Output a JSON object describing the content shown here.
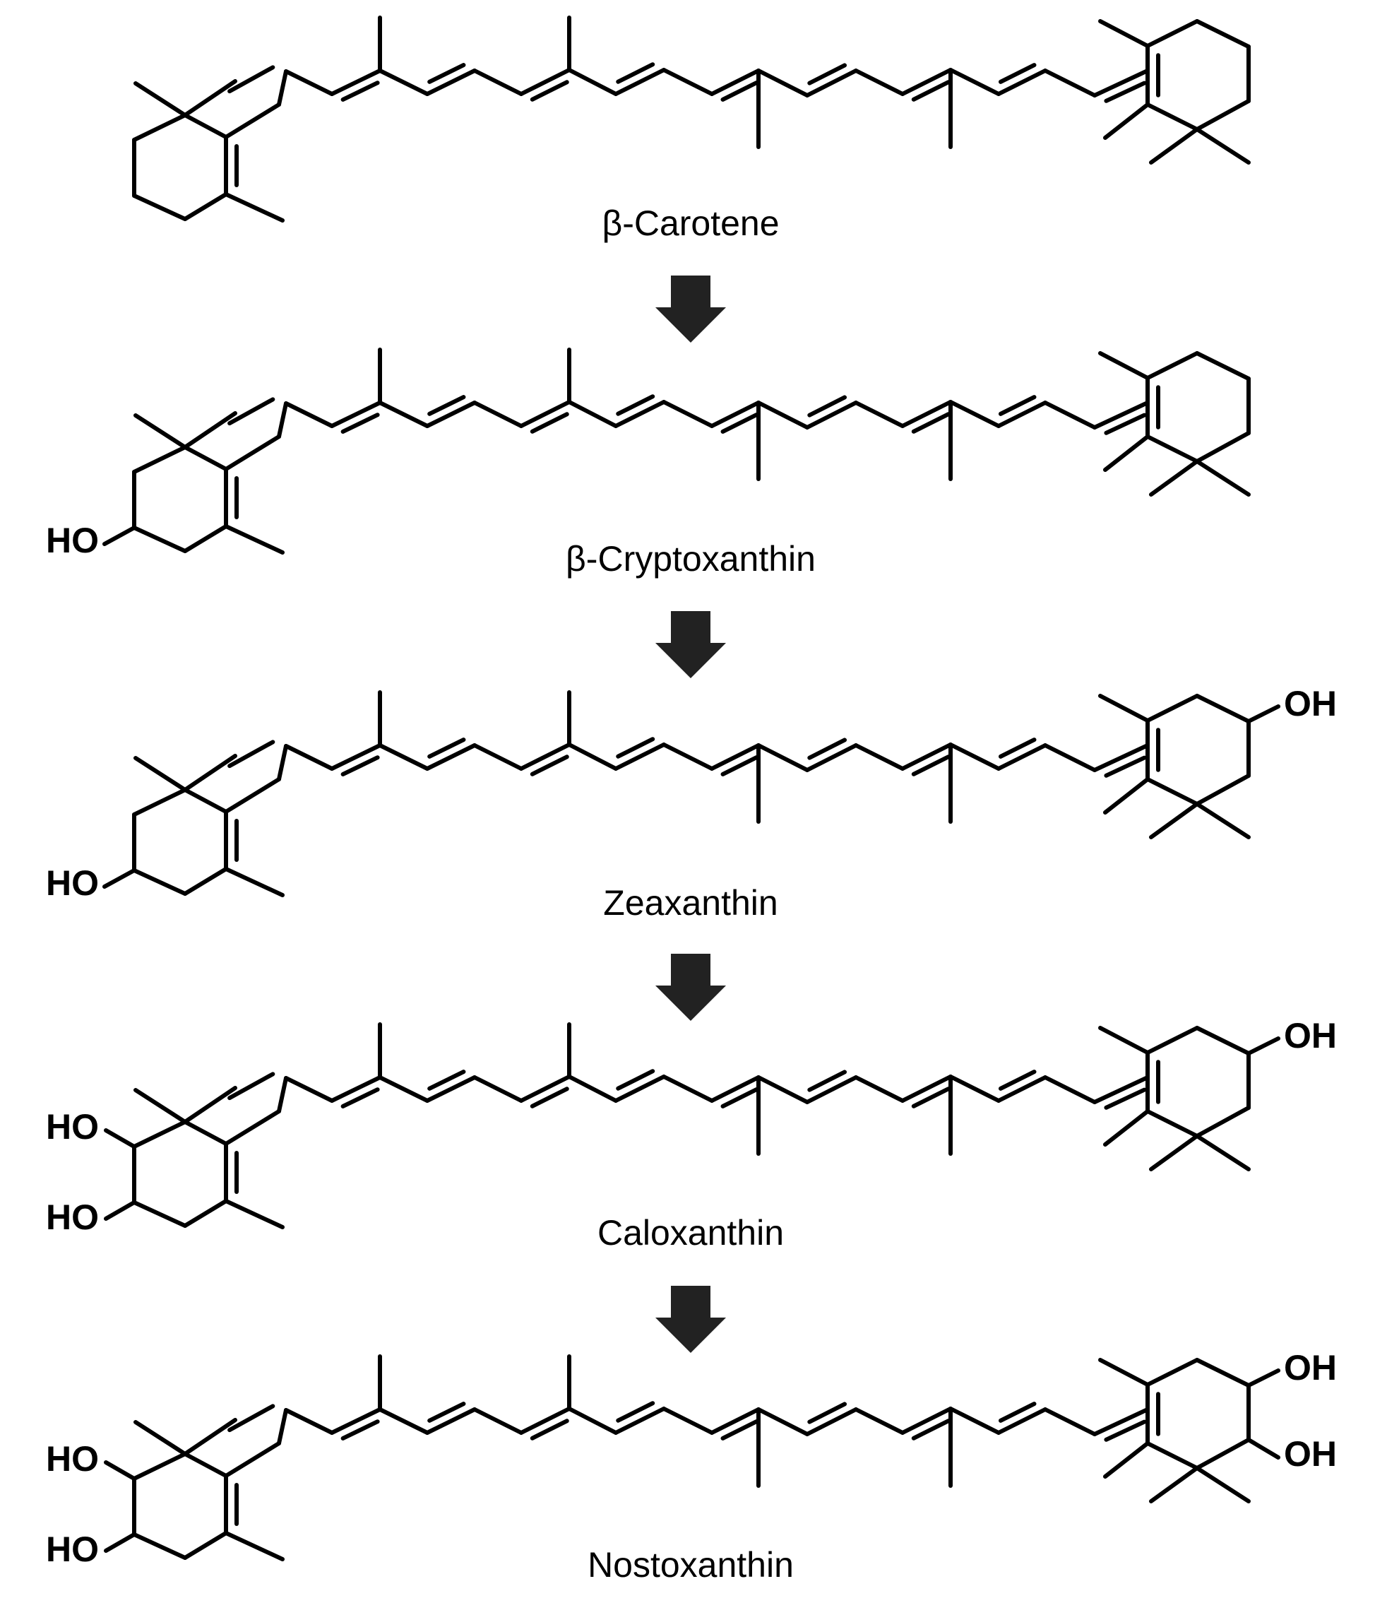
{
  "molecules": [
    {
      "name": "β-Carotene"
    },
    {
      "name": "β-Cryptoxanthin"
    },
    {
      "name": "Zeaxanthin"
    },
    {
      "name": "Caloxanthin"
    },
    {
      "name": "Nostoxanthin"
    }
  ],
  "hydroxyl_label_left": "HO",
  "hydroxyl_label_right": "OH",
  "arrow_color": "#222222",
  "bond_color": "#000000"
}
